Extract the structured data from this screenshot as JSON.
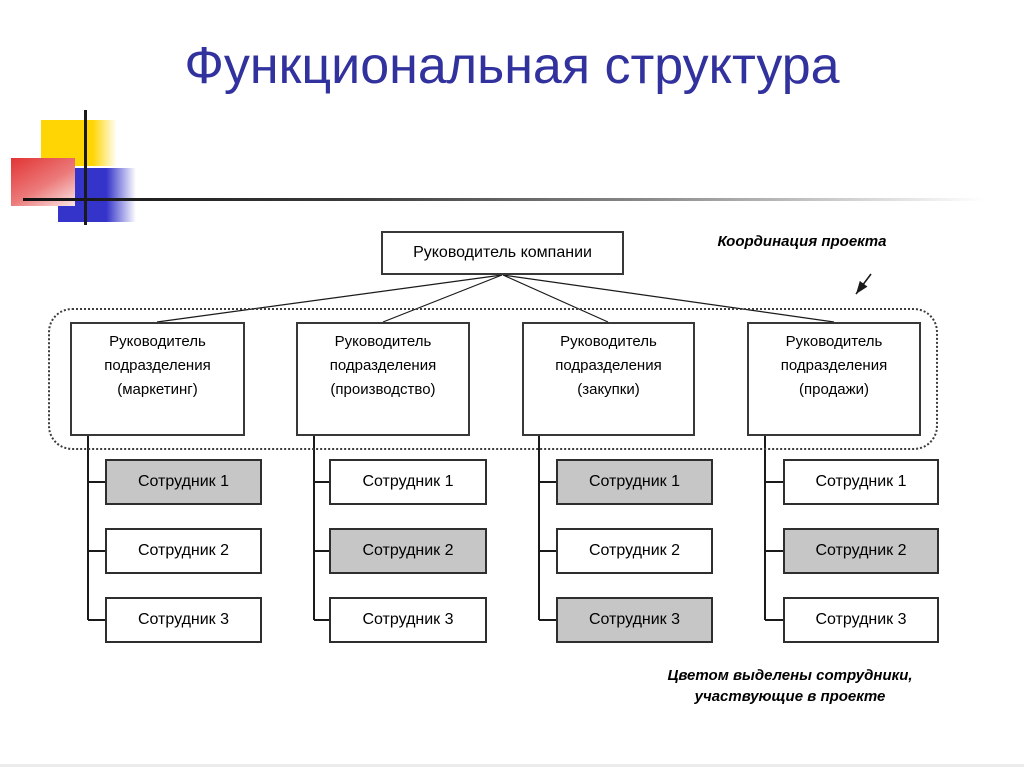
{
  "slide": {
    "title": "Функциональная структура",
    "coordination_label": "Координация проекта",
    "note": "Цветом выделены сотрудники,\nучаствующие в проекте"
  },
  "org_chart": {
    "root_label": "Руководитель компании",
    "departments": [
      {
        "name": "Руководитель\nподразделения\n(маркетинг)",
        "employees": [
          {
            "label": "Сотрудник 1",
            "fill": "#c6c6c6",
            "in_project": true
          },
          {
            "label": "Сотрудник 2",
            "fill": "#ffffff",
            "in_project": false
          },
          {
            "label": "Сотрудник 3",
            "fill": "#ffffff",
            "in_project": false
          }
        ]
      },
      {
        "name": "Руководитель\nподразделения\n(производство)",
        "employees": [
          {
            "label": "Сотрудник 1",
            "fill": "#ffffff",
            "in_project": false
          },
          {
            "label": "Сотрудник 2",
            "fill": "#c6c6c6",
            "in_project": true
          },
          {
            "label": "Сотрудник 3",
            "fill": "#ffffff",
            "in_project": false
          }
        ]
      },
      {
        "name": "Руководитель\nподразделения\n(закупки)",
        "employees": [
          {
            "label": "Сотрудник 1",
            "fill": "#c6c6c6",
            "in_project": true
          },
          {
            "label": "Сотрудник 2",
            "fill": "#ffffff",
            "in_project": false
          },
          {
            "label": "Сотрудник 3",
            "fill": "#c6c6c6",
            "in_project": true
          }
        ]
      },
      {
        "name": "Руководитель\nподразделения\n(продажи)",
        "employees": [
          {
            "label": "Сотрудник 1",
            "fill": "#ffffff",
            "in_project": false
          },
          {
            "label": "Сотрудник 2",
            "fill": "#c6c6c6",
            "in_project": true
          },
          {
            "label": "Сотрудник 3",
            "fill": "#ffffff",
            "in_project": false
          }
        ]
      }
    ]
  },
  "colors": {
    "title_blue": "#32329e",
    "highlight_gray": "#c6c6c6",
    "box_border": "#2e2e2e",
    "line_black": "#1a1a1a",
    "decor_yellow": "#ffd503",
    "decor_blue": "#3434cb",
    "decor_red": "#e23434"
  }
}
